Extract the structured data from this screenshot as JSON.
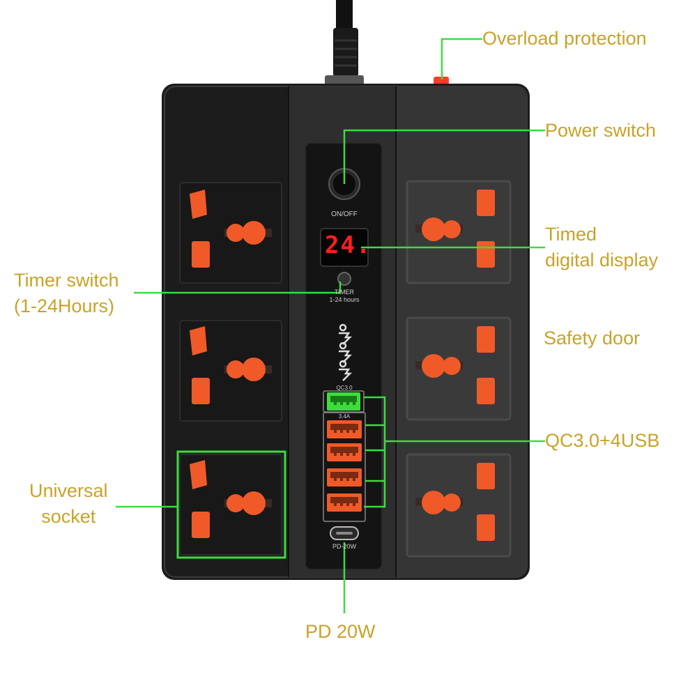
{
  "callouts": {
    "overload_protection": "Overload protection",
    "power_switch": "Power switch",
    "timed_display_line1": "Timed",
    "timed_display_line2": "digital display",
    "timer_switch_line1": "Timer switch",
    "timer_switch_line2": "(1-24Hours)",
    "safety_door": "Safety door",
    "usb_ports": "QC3.0+4USB",
    "universal_socket_line1": "Universal",
    "universal_socket_line2": "socket",
    "pd": "PD 20W"
  },
  "device": {
    "on_off_label": "ON/OFF",
    "display_value": "24.",
    "timer_label": "TIMER",
    "timer_range": "1-24 hours",
    "qc_label": "QC3.0",
    "usb_current": "3.4A",
    "typec_label": "PD-20W"
  },
  "colors": {
    "label_text": "#c9a227",
    "leader_line": "#3ddc3d",
    "socket_orange": "#f05a28",
    "body_black": "#1c1c1c",
    "display_red": "#ff1e1e"
  }
}
